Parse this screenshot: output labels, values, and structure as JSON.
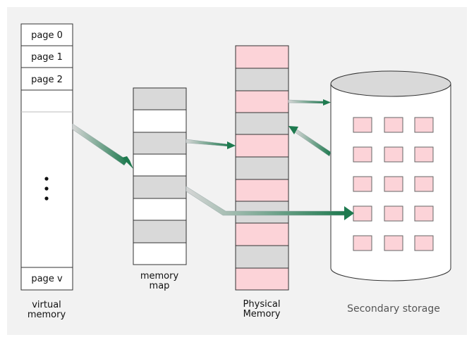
{
  "virtual_memory": {
    "pages": [
      "page 0",
      "page 1",
      "page 2"
    ],
    "last_page": "page v",
    "label_line1": "virtual",
    "label_line2": "memory"
  },
  "memory_map": {
    "label_line1": "memory",
    "label_line2": "map"
  },
  "physical_memory": {
    "label_line1": "Physical",
    "label_line2": "Memory"
  },
  "secondary_storage": {
    "label": "Secondary storage"
  },
  "colors": {
    "background": "#f2f2f2",
    "gray_cell": "#d9d9d9",
    "pink_cell": "#fcd3d8",
    "arrow_green": "#1e7a4f",
    "border": "#333333"
  }
}
